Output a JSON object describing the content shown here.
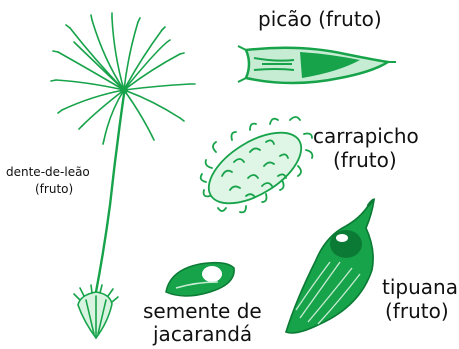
{
  "colors": {
    "plant_green": "#17a34a",
    "dark_green": "#0b7a34",
    "ink": "#111111"
  },
  "labels": {
    "picao": "picão (fruto)",
    "carrapicho_line1": "carrapicho",
    "carrapicho_line2": "(fruto)",
    "dente_line1": "dente-de-leão",
    "dente_line2": "(fruto)",
    "tipuana_line1": "tipuana",
    "tipuana_line2": "(fruto)",
    "semente_line1": "semente de",
    "semente_line2": "jacarandá"
  }
}
